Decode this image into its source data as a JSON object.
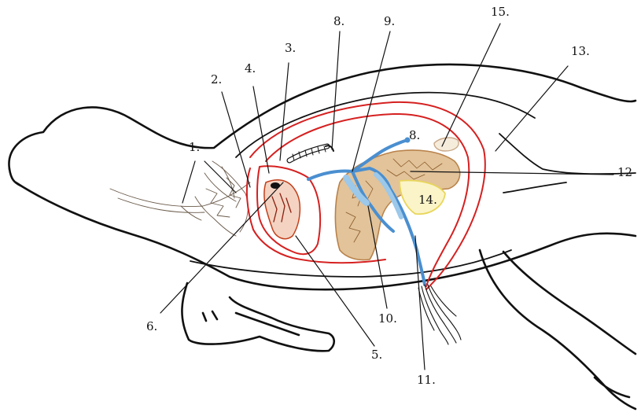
{
  "labels": {
    "l1": "1.",
    "l2": "2.",
    "l3": "3.",
    "l4": "4.",
    "l5": "5.",
    "l6": "6.",
    "l8a": "8.",
    "l8b": "8.",
    "l9": "9.",
    "l10": "10.",
    "l11": "11.",
    "l12": "12",
    "l13": "13.",
    "l14": "14.",
    "l15": "15."
  },
  "colors": {
    "outline": "#111111",
    "serosa_red": "#d62020",
    "vessel_blue": "#4a8fd0",
    "vessel_fill": "#9cc8ea",
    "liver_brown": "#b9824a",
    "liver_fill": "#e2c39a",
    "heart_red": "#c2401c",
    "spleen_yellow": "#e8d65a",
    "stomach_tan": "#f6ecdc"
  }
}
